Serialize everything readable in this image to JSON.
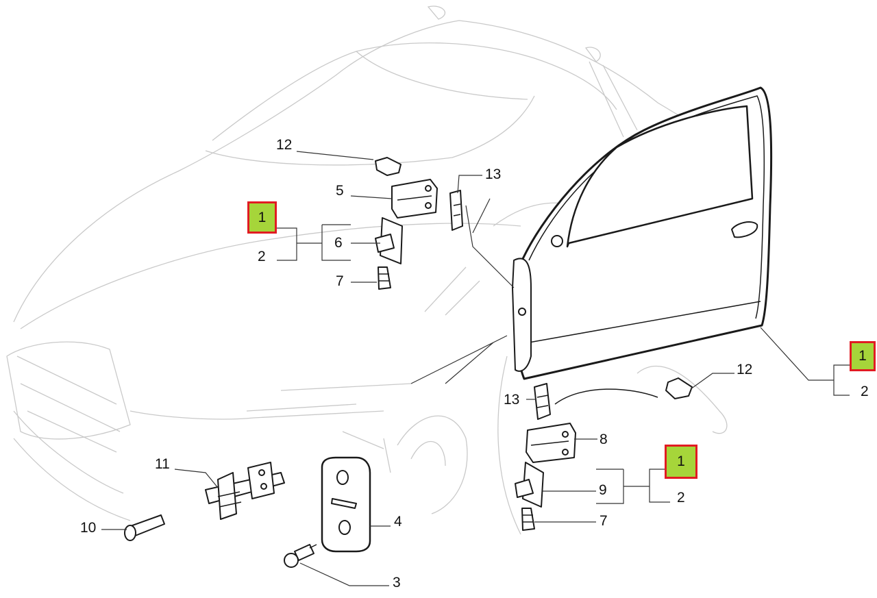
{
  "callouts": {
    "c12a": "12",
    "c5": "5",
    "c13a": "13",
    "c1a": "1",
    "c2a": "2",
    "c6": "6",
    "c7a": "7",
    "c1b": "1",
    "c2b": "2",
    "c12b": "12",
    "c13b": "13",
    "c8": "8",
    "c1c": "1",
    "c9": "9",
    "c2c": "2",
    "c7b": "7",
    "c11": "11",
    "c10": "10",
    "c4": "4",
    "c3": "3"
  },
  "colors": {
    "highlight_fill": "#a6d53a",
    "highlight_border": "#e11b22",
    "ghost_line": "#c9c9c9"
  }
}
